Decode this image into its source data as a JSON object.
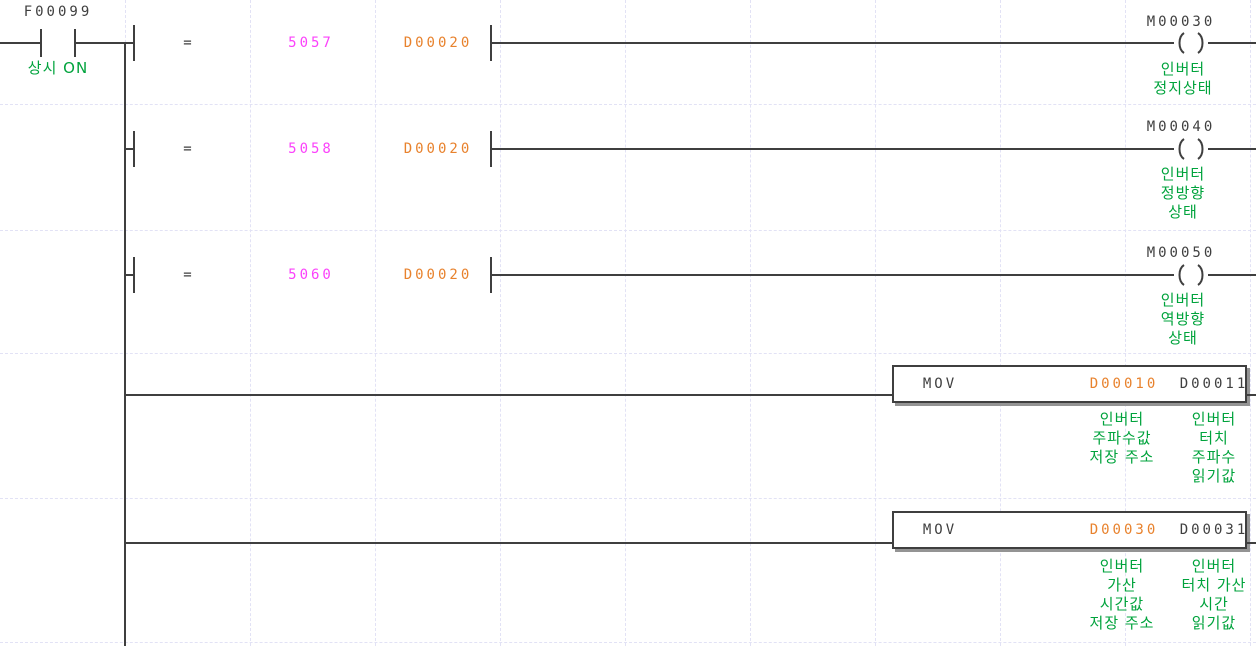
{
  "editor": {
    "kind": "plc-ladder-diagram",
    "colors": {
      "wire": "#3F3F3F",
      "constant_text": "#FB42FB",
      "operand_text": "#E8822D",
      "comment_text": "#00A33C",
      "grid": "#E2E2F5",
      "background": "#FFFFFF"
    }
  },
  "rail_contact": {
    "device": "F00099",
    "comment": "상시 ON"
  },
  "compare_rungs": [
    {
      "operator": "=",
      "constant": "5057",
      "operand": "D00020",
      "coil_device": "M00030",
      "coil_comment_lines": [
        "인버터",
        "정지상태"
      ]
    },
    {
      "operator": "=",
      "constant": "5058",
      "operand": "D00020",
      "coil_device": "M00040",
      "coil_comment_lines": [
        "인버터",
        "정방향",
        "상태"
      ]
    },
    {
      "operator": "=",
      "constant": "5060",
      "operand": "D00020",
      "coil_device": "M00050",
      "coil_comment_lines": [
        "인버터",
        "역방향",
        "상태"
      ]
    }
  ],
  "mov_rungs": [
    {
      "instruction": "MOV",
      "source": "D00010",
      "destination": "D00011",
      "source_comment_lines": [
        "인버터",
        "주파수값",
        "저장 주소"
      ],
      "destination_comment_lines": [
        "인버터",
        "터치",
        "주파수",
        "읽기값"
      ]
    },
    {
      "instruction": "MOV",
      "source": "D00030",
      "destination": "D00031",
      "source_comment_lines": [
        "인버터",
        "가산",
        "시간값",
        "저장 주소"
      ],
      "destination_comment_lines": [
        "인버터",
        "터치 가산",
        "시간",
        "읽기값"
      ]
    }
  ]
}
